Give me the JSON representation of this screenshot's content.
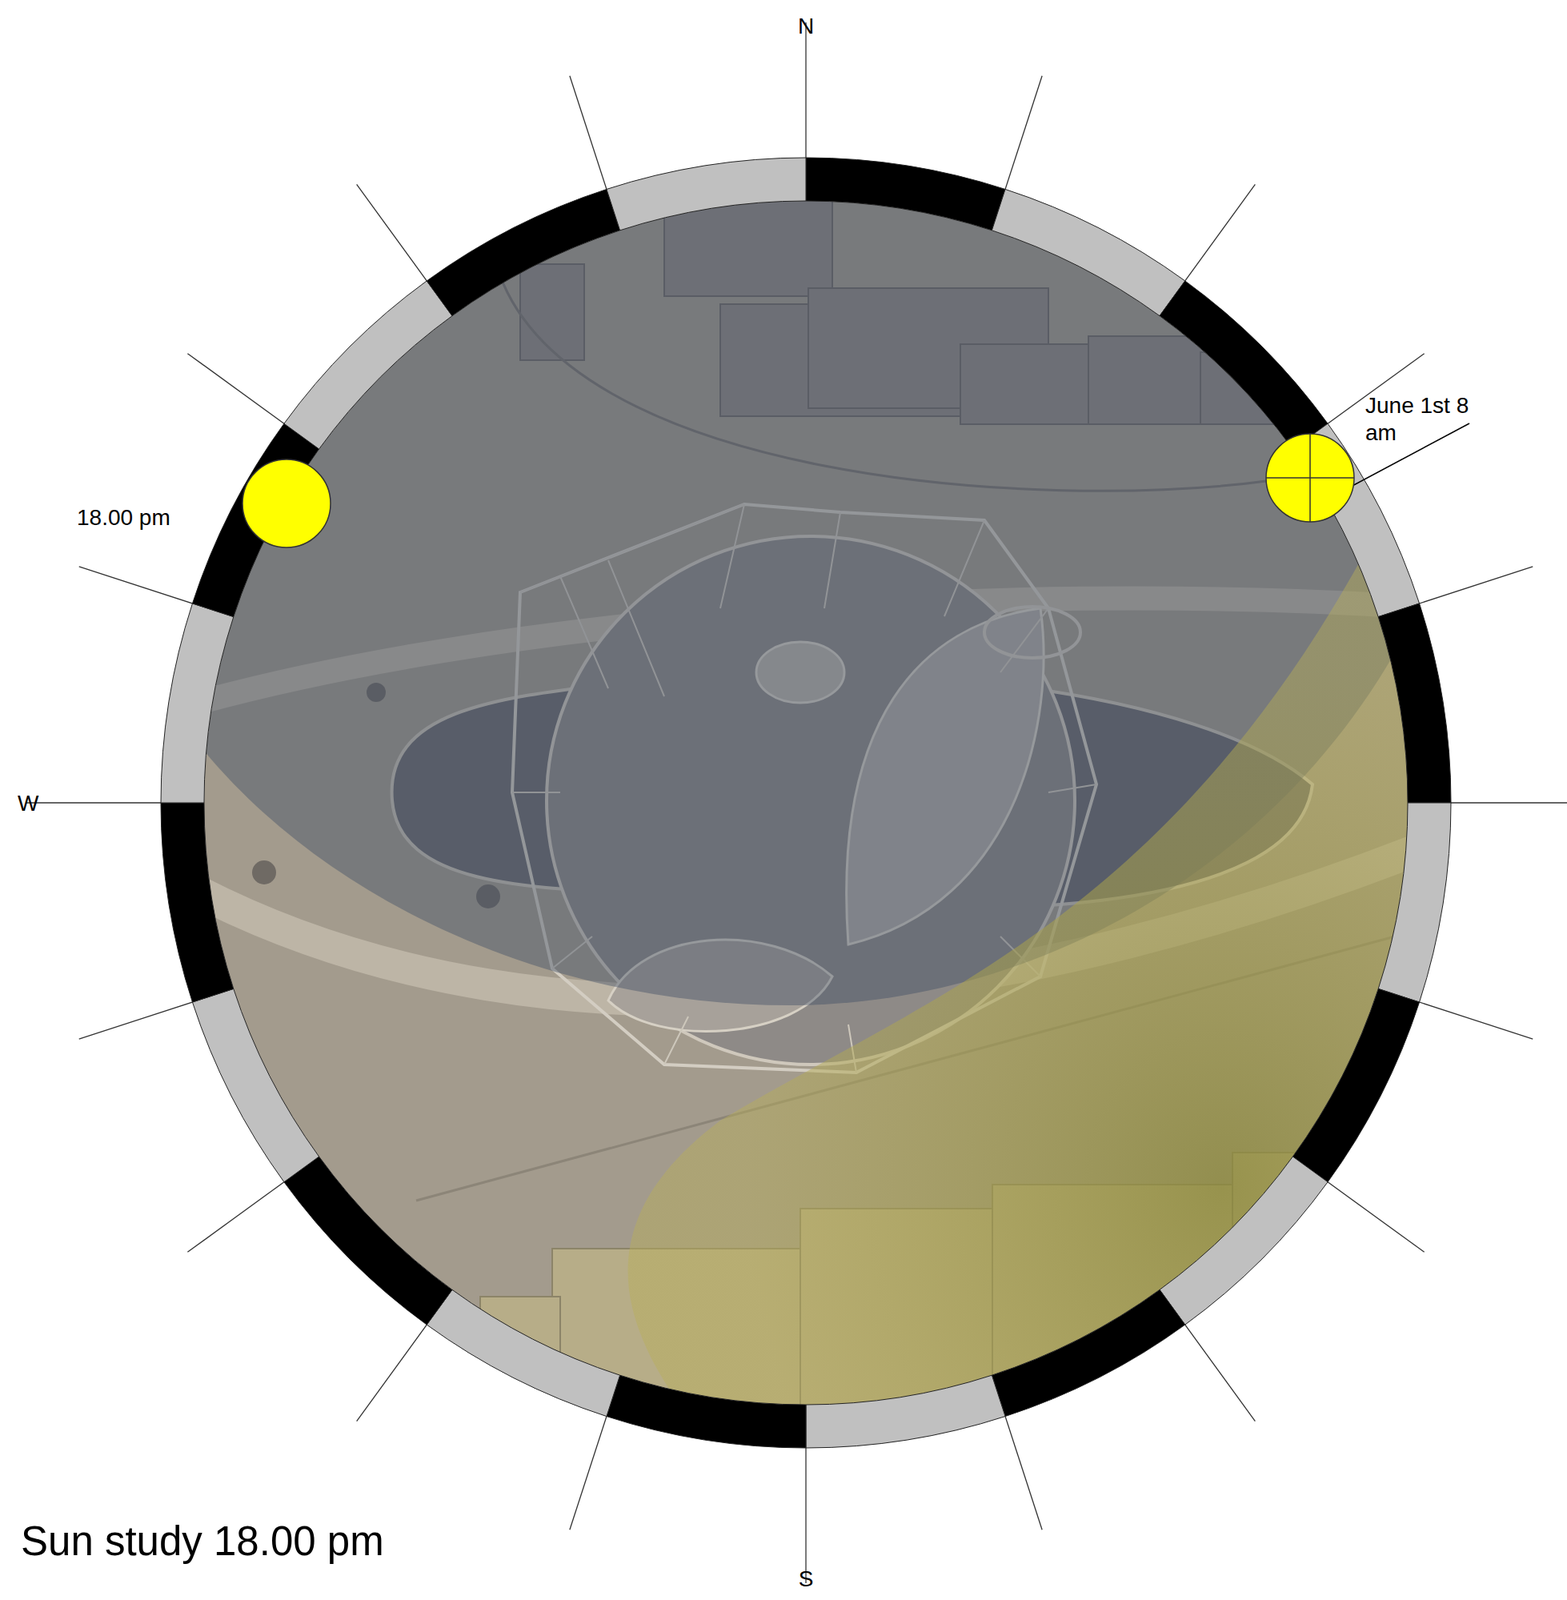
{
  "diagram": {
    "title": "Sun study 18.00 pm",
    "labels": [
      "N",
      "W",
      "S",
      "June 1st 8 am",
      "18.00 pm"
    ]
  }
}
